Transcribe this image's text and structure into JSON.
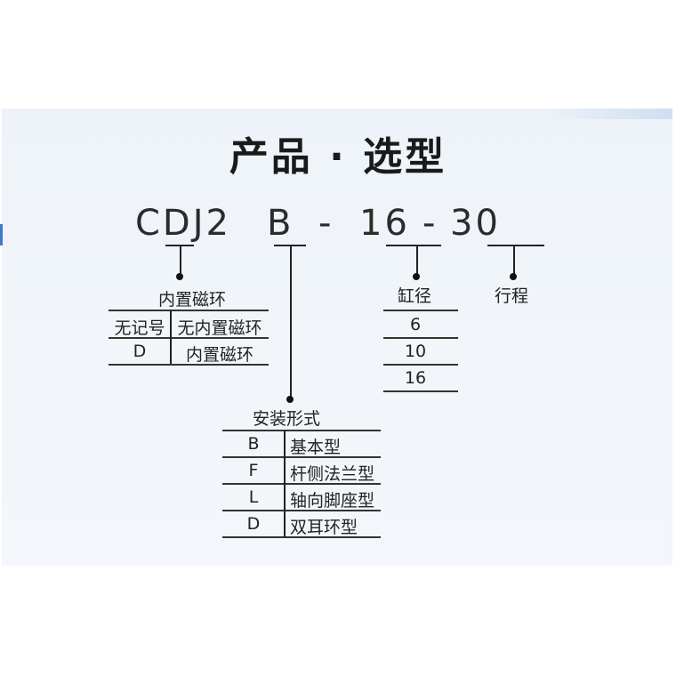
{
  "title": "产品 · 选型",
  "model_code": {
    "series": "CDJ2",
    "mount": "B",
    "dash1": "-",
    "bore": "16",
    "dash2": "-",
    "stroke": "30"
  },
  "groups": {
    "magnet": {
      "title": "内置磁环",
      "rows": [
        {
          "code": "无记号",
          "desc": "无内置磁环"
        },
        {
          "code": "D",
          "desc": "内置磁环"
        }
      ]
    },
    "mounting": {
      "title": "安装形式",
      "rows": [
        {
          "code": "B",
          "desc": "基本型"
        },
        {
          "code": "F",
          "desc": "杆侧法兰型"
        },
        {
          "code": "L",
          "desc": "轴向脚座型"
        },
        {
          "code": "D",
          "desc": "双耳环型"
        }
      ]
    },
    "bore": {
      "title": "缸径",
      "values": [
        "6",
        "10",
        "16"
      ]
    },
    "stroke": {
      "title": "行程"
    }
  }
}
